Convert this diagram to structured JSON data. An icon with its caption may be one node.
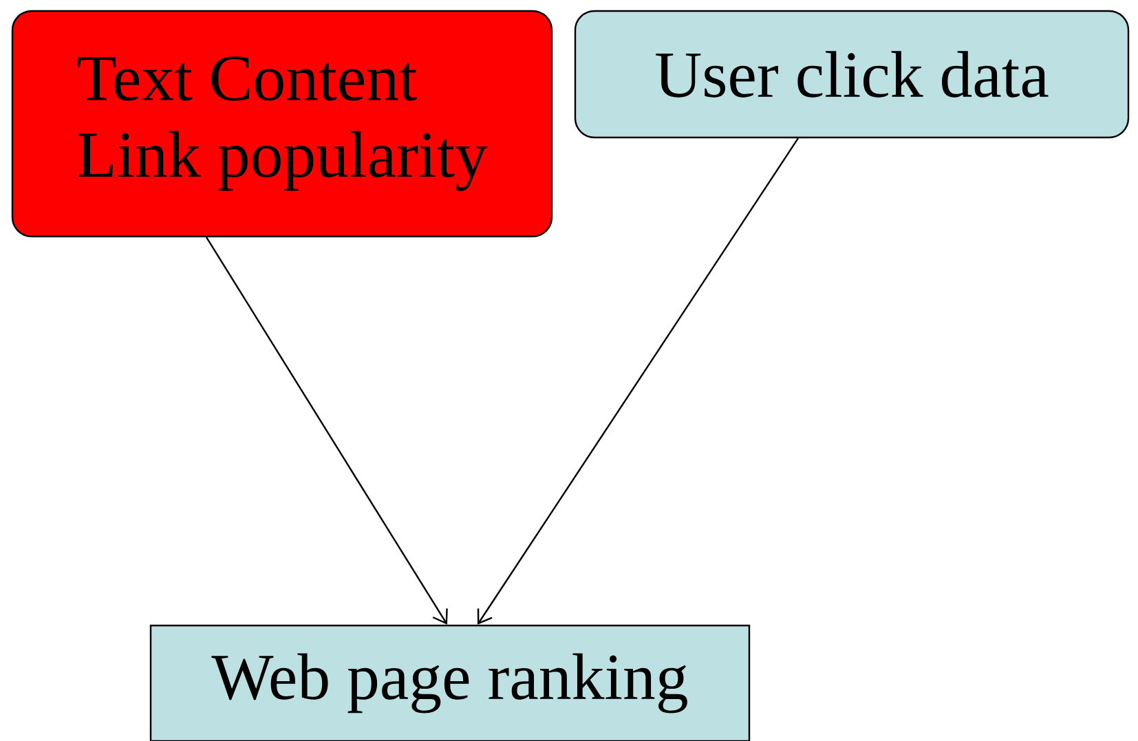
{
  "diagram": {
    "nodes": [
      {
        "text": [
          "Text Content",
          "Link popularity"
        ]
      },
      {
        "text": [
          "User click data"
        ]
      },
      {
        "text": [
          "Web page ranking"
        ]
      }
    ],
    "edges": [
      {
        "from": 0,
        "to": 2,
        "arrow": "to"
      },
      {
        "from": 1,
        "to": 2,
        "arrow": "to"
      }
    ]
  }
}
